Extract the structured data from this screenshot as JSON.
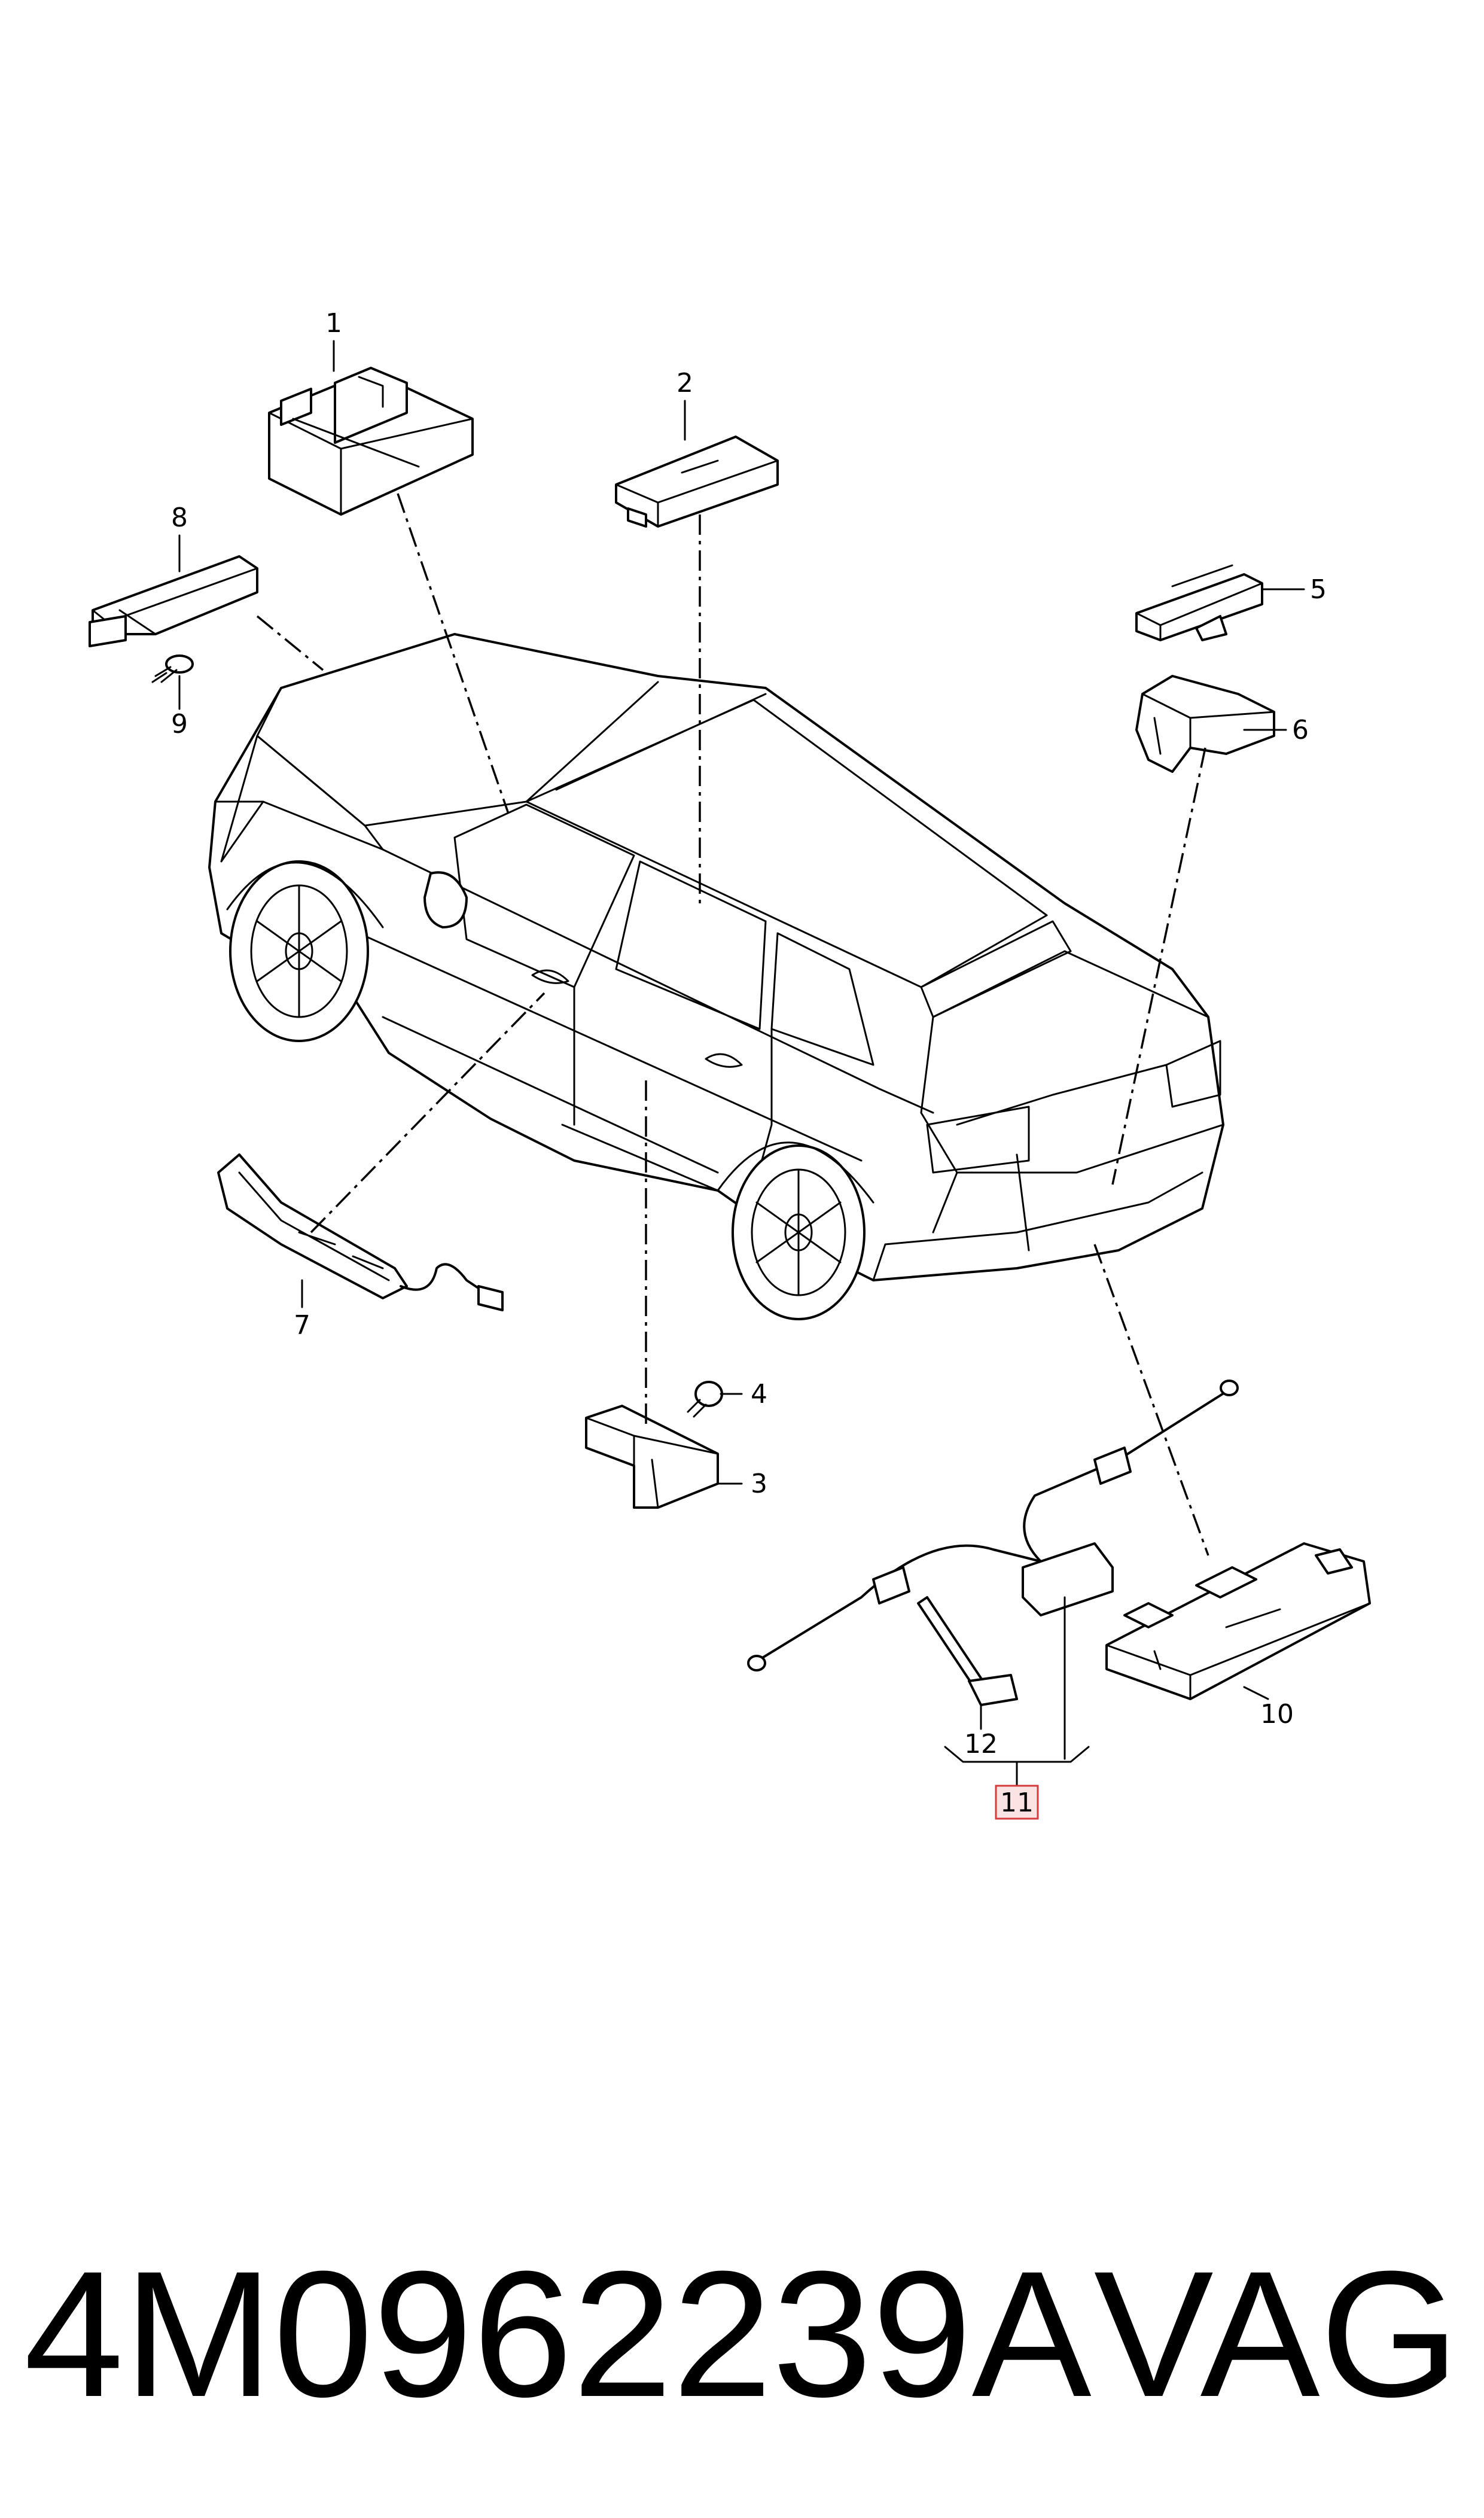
{
  "diagram": {
    "callouts": [
      {
        "id": "1",
        "text": "1"
      },
      {
        "id": "2",
        "text": "2"
      },
      {
        "id": "3",
        "text": "3"
      },
      {
        "id": "4",
        "text": "4"
      },
      {
        "id": "5",
        "text": "5"
      },
      {
        "id": "6",
        "text": "6"
      },
      {
        "id": "7",
        "text": "7"
      },
      {
        "id": "8",
        "text": "8"
      },
      {
        "id": "9",
        "text": "9"
      },
      {
        "id": "10",
        "text": "10"
      },
      {
        "id": "11",
        "text": "11"
      },
      {
        "id": "12",
        "text": "12"
      }
    ],
    "highlight_color": "#d43c3c"
  },
  "footer": {
    "part_number": "4M0962239A",
    "brand": "VAG"
  }
}
